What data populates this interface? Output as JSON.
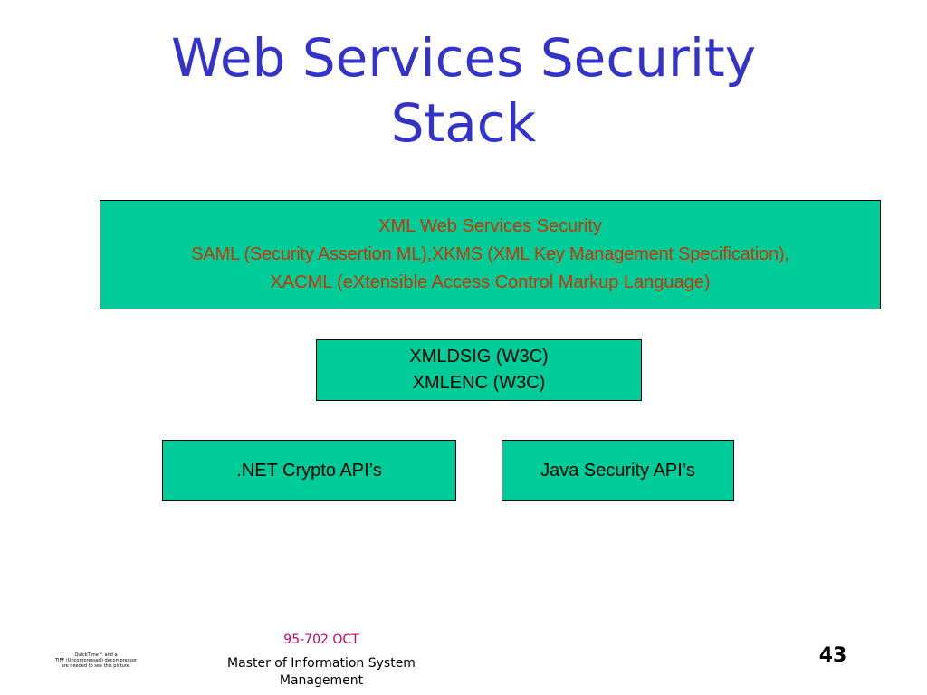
{
  "slide": {
    "title_lines": [
      "Web Services Security",
      "Stack"
    ],
    "colors": {
      "title": "#3333cc",
      "box_fill": "#00cc99",
      "box_border": "#000000",
      "top_box_text": "#cc3300",
      "course_code": "#cc0066"
    }
  },
  "diagram": {
    "top_box": {
      "lines": [
        "XML Web Services Security",
        "SAML (Security Assertion ML),XKMS (XML Key Management Specification),",
        "XACML (eXtensible Access Control Markup Language)"
      ]
    },
    "middle_box": {
      "lines": [
        "XMLDSIG (W3C)",
        "XMLENC (W3C)"
      ]
    },
    "bottom_left_box": {
      "label": ".NET Crypto API’s"
    },
    "bottom_right_box": {
      "label": "Java Security API’s"
    }
  },
  "footer": {
    "quicktime_notice_lines": [
      "QuickTime™ and a",
      "TIFF (Uncompressed) decompressor",
      "are needed to see this picture."
    ],
    "course_code": "95-702 OCT",
    "program_lines": [
      "Master of Information System",
      "Management"
    ],
    "page_number": "43"
  }
}
